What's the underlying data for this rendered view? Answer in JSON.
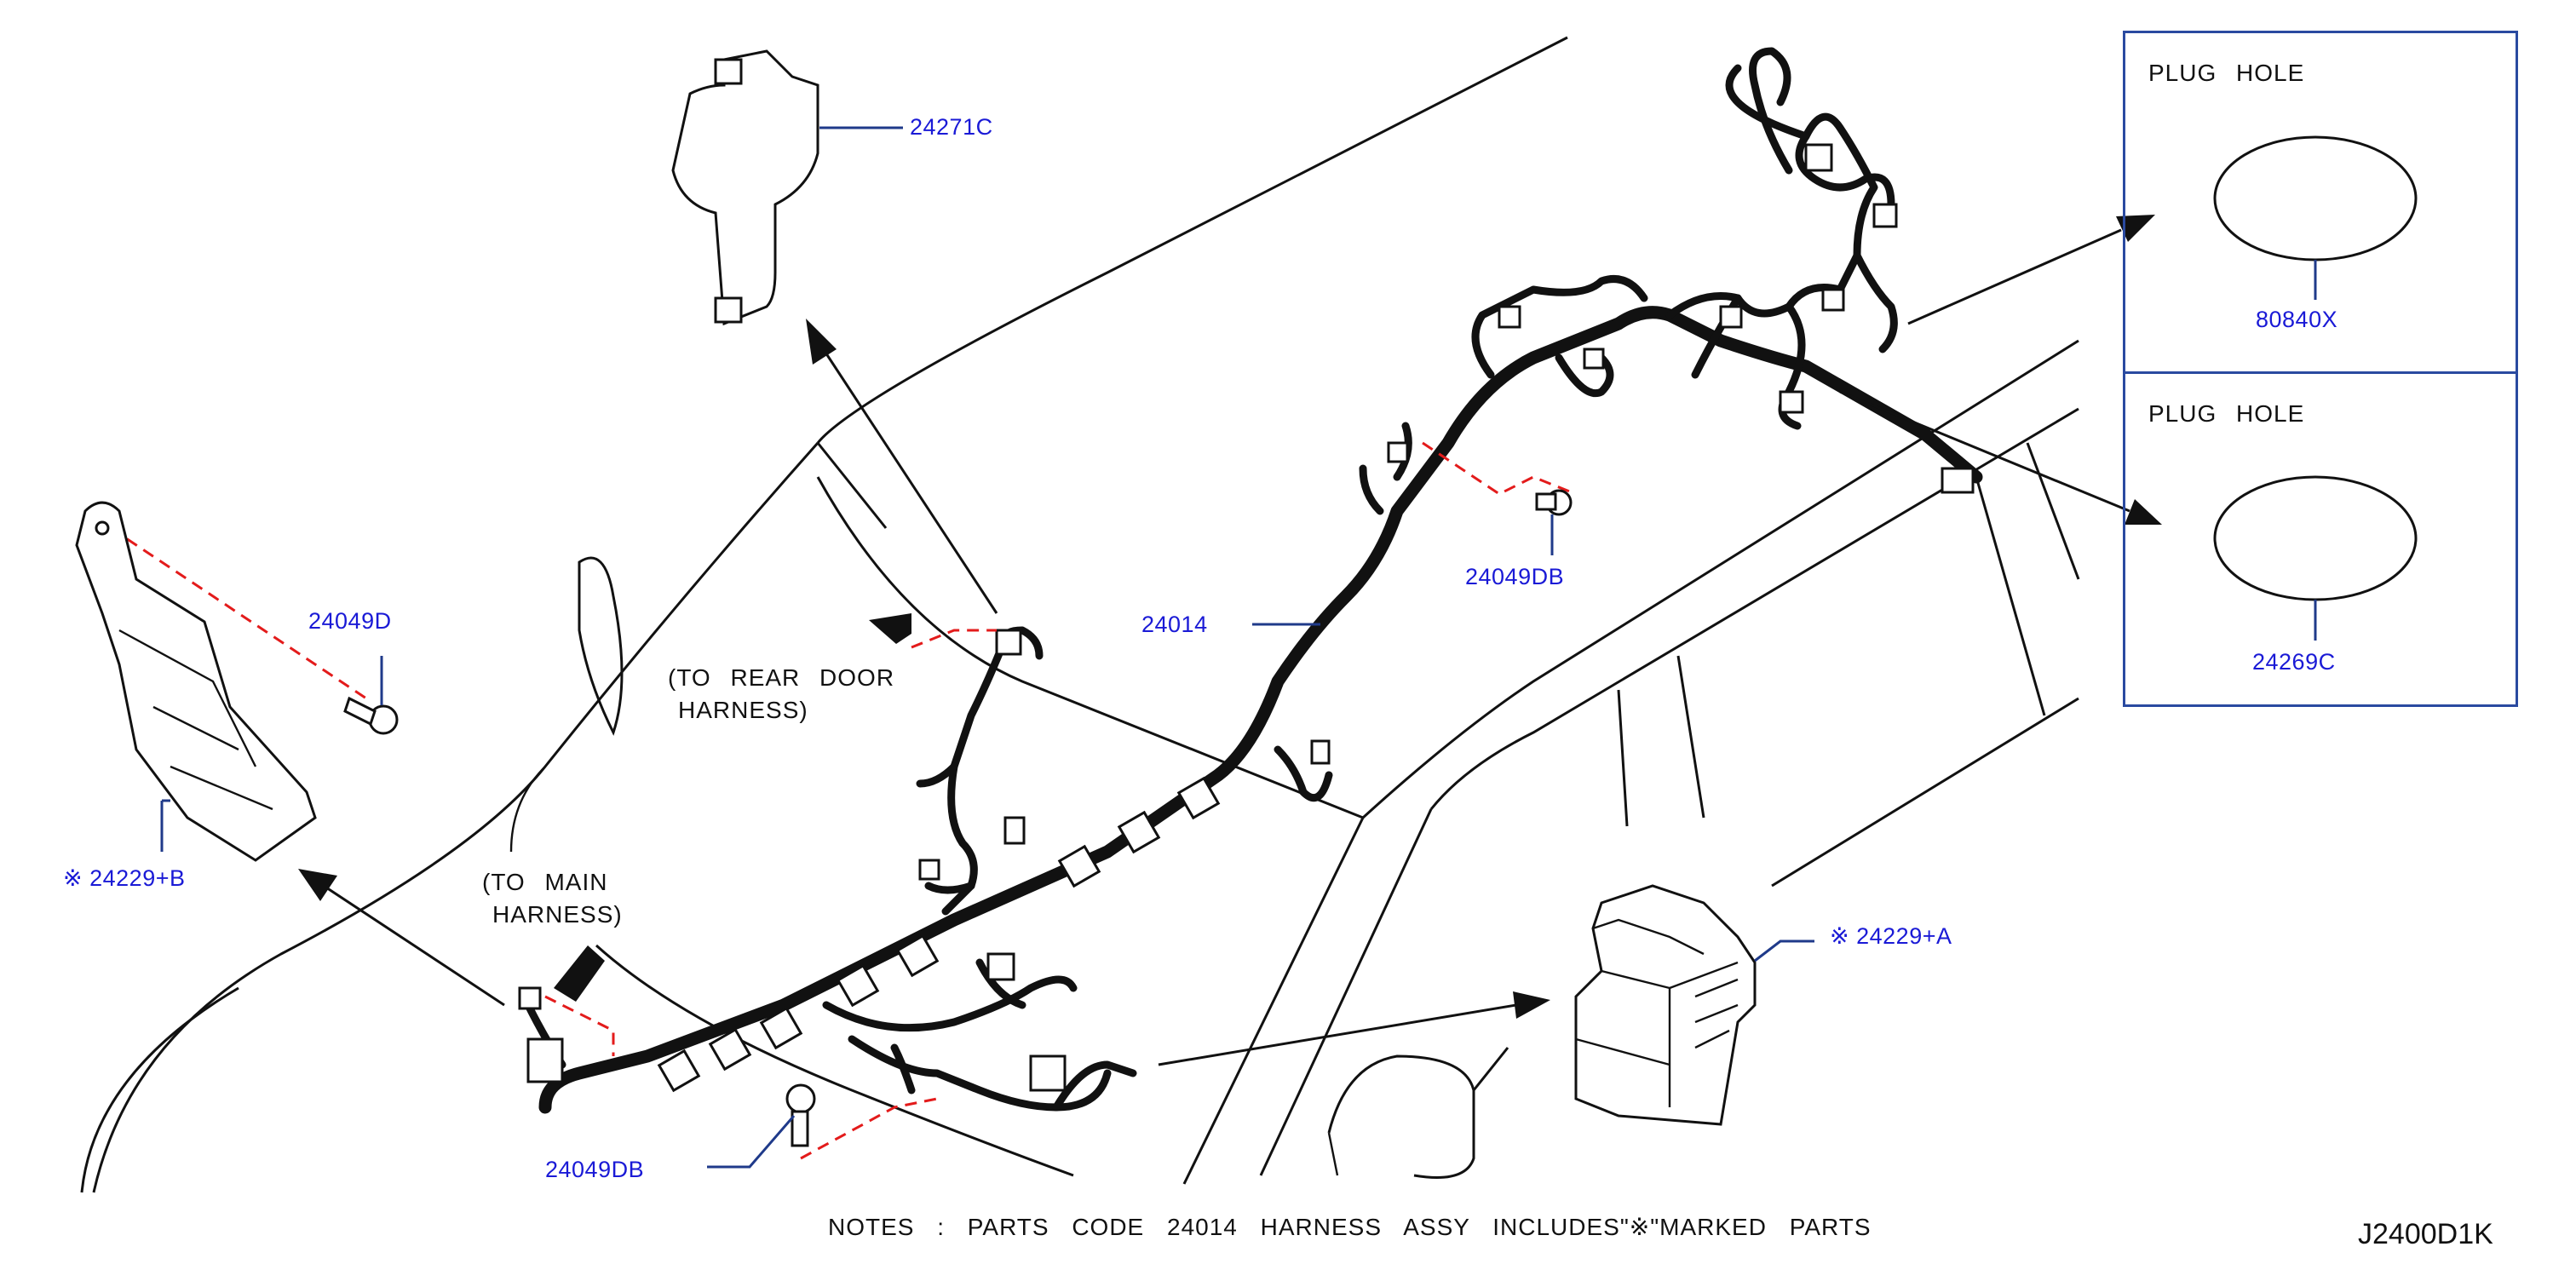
{
  "labels": {
    "p24271C": "24271C",
    "p24014": "24014",
    "p24049DB_top": "24049DB",
    "p24049D": "24049D",
    "p24229B": "※ 24229+B",
    "p24229A": "※ 24229+A",
    "p24049DB_bottom": "24049DB",
    "p80840X": "80840X",
    "p24269C": "24269C"
  },
  "annotations": {
    "rear_door_line1": "(TO  REAR  DOOR",
    "rear_door_line2": "HARNESS)",
    "main_line1": "(TO  MAIN",
    "main_line2": "HARNESS)"
  },
  "plug_boxes": {
    "top_title": "PLUG  HOLE",
    "bottom_title": "PLUG  HOLE"
  },
  "notes": "NOTES  :  PARTS  CODE  24014  HARNESS  ASSY  INCLUDES\"※\"MARKED  PARTS",
  "drawing_ref": "J2400D1K",
  "colors": {
    "label": "#1a1ad6",
    "leader": "#1f3a8a",
    "dashed": "#e31b1b",
    "box_border": "#2a4aa0"
  }
}
